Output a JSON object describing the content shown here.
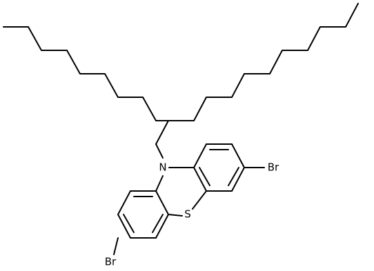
{
  "molecule": {
    "atoms": {
      "nitrogen": "N",
      "sulfur": "S",
      "bromine_right": "Br",
      "bromine_left": "Br"
    }
  },
  "colors": {
    "background": "#ffffff",
    "ink": "#000000"
  }
}
